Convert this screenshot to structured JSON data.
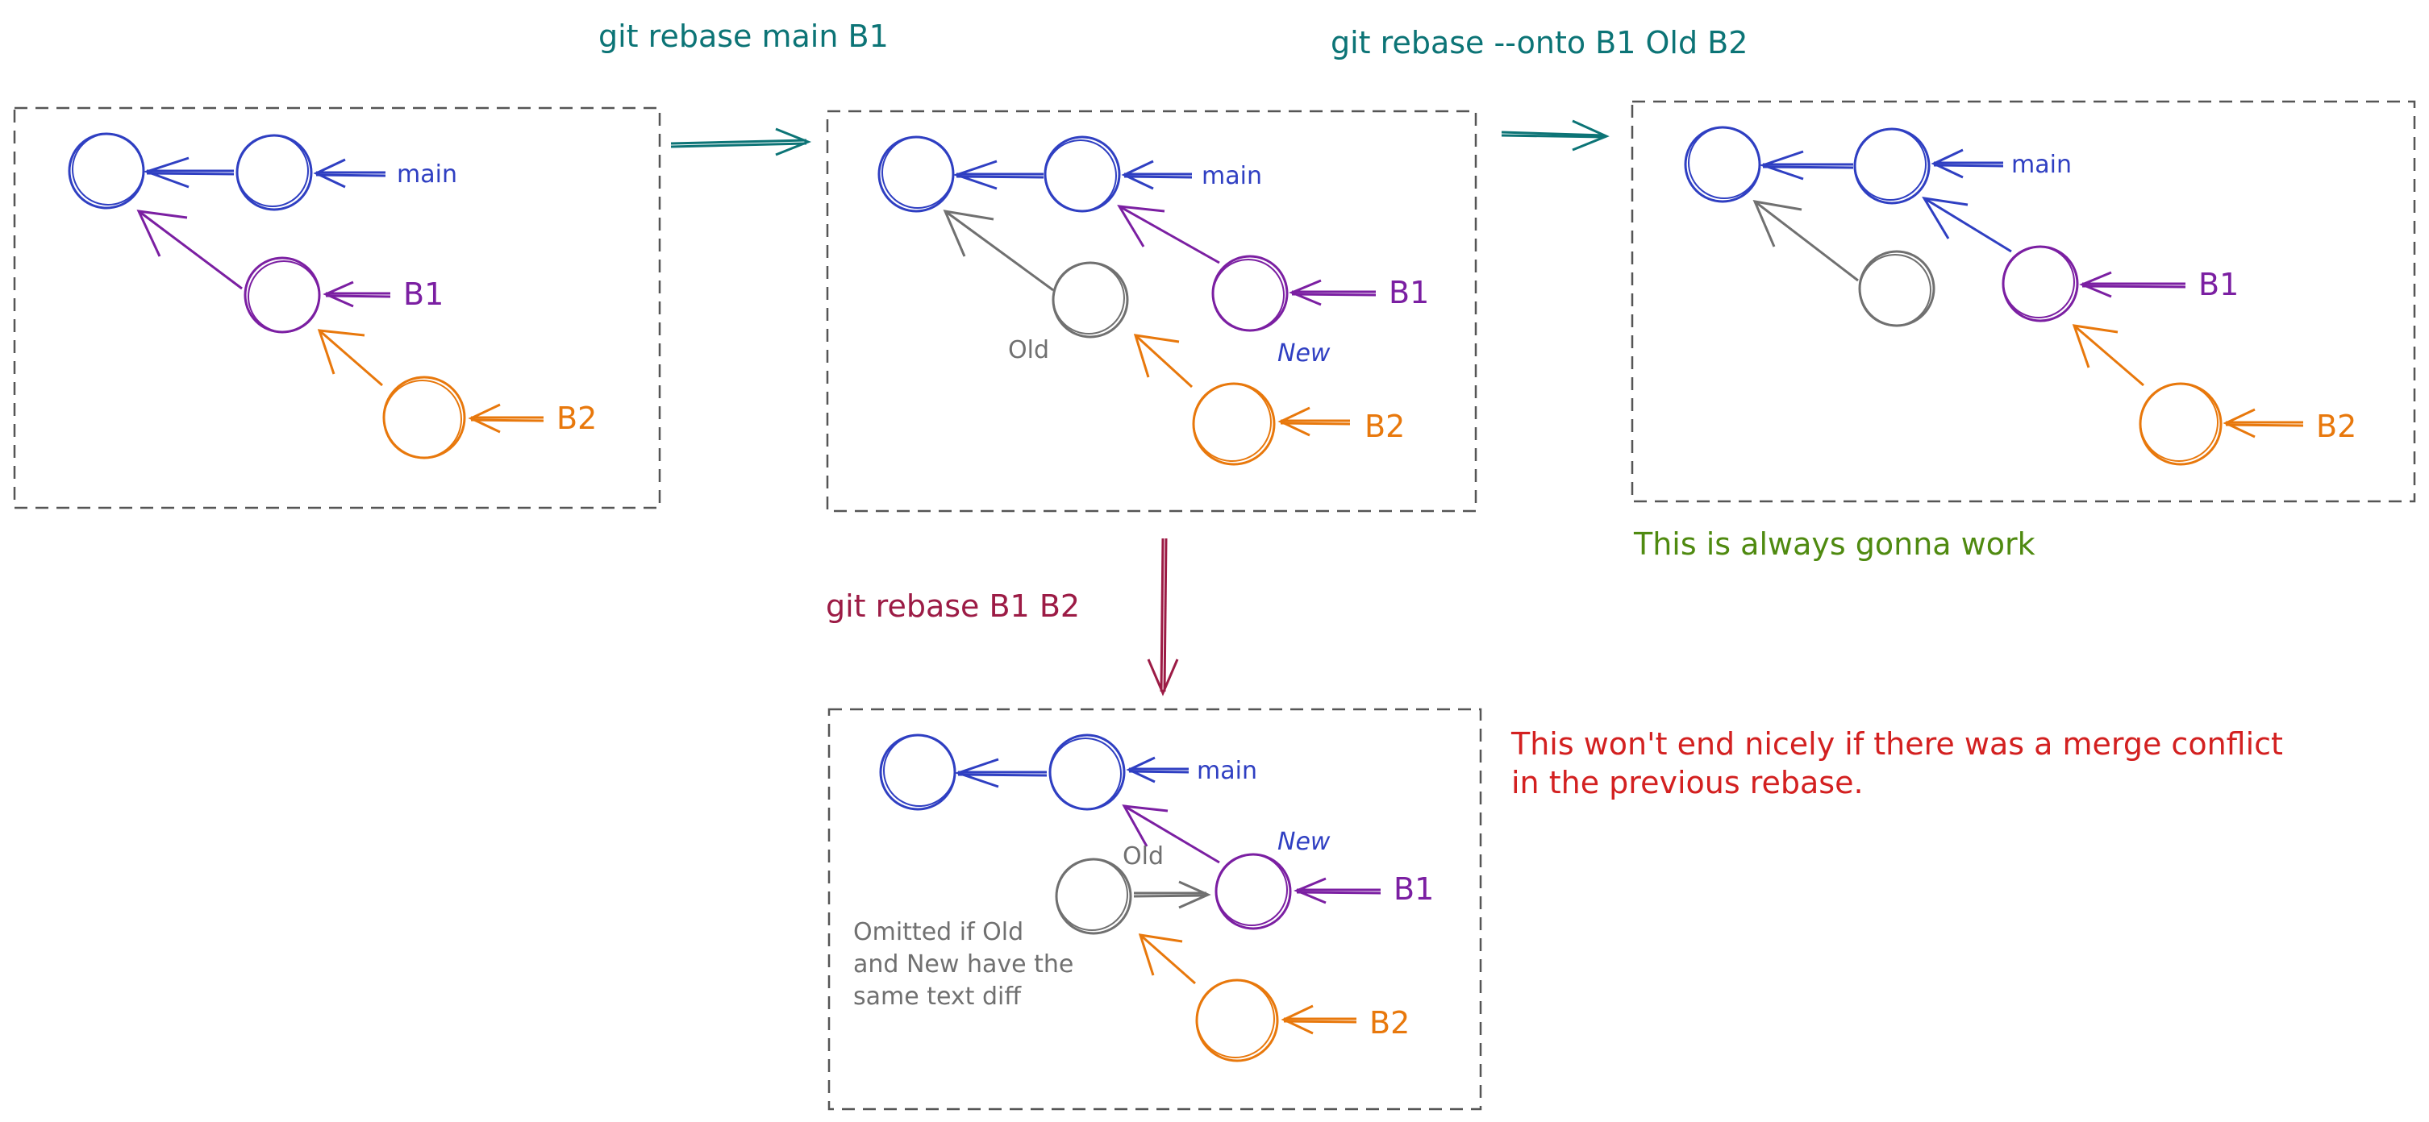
{
  "colors": {
    "teal": "#0c7476",
    "blue": "#2f3fc2",
    "purple": "#7b1fa2",
    "orange": "#e8780c",
    "gray": "#707070",
    "crimson": "#9c1b45",
    "green": "#4f8a10",
    "red": "#d32020",
    "box": "#555555"
  },
  "commands": {
    "rebase_main_b1": "git rebase main B1",
    "rebase_onto": "git rebase --onto B1 Old B2",
    "rebase_b1_b2": "git rebase B1 B2"
  },
  "labels": {
    "main": "main",
    "b1": "B1",
    "b2": "B2",
    "old": "Old",
    "new": "New"
  },
  "notes": {
    "always_work": "This is always gonna work",
    "wont_end_line1": "This won't end nicely if there was a merge conflict",
    "wont_end_line2": "in the previous rebase.",
    "omitted_line1": "Omitted if Old",
    "omitted_line2": "and New have the",
    "omitted_line3": "same text diff"
  }
}
